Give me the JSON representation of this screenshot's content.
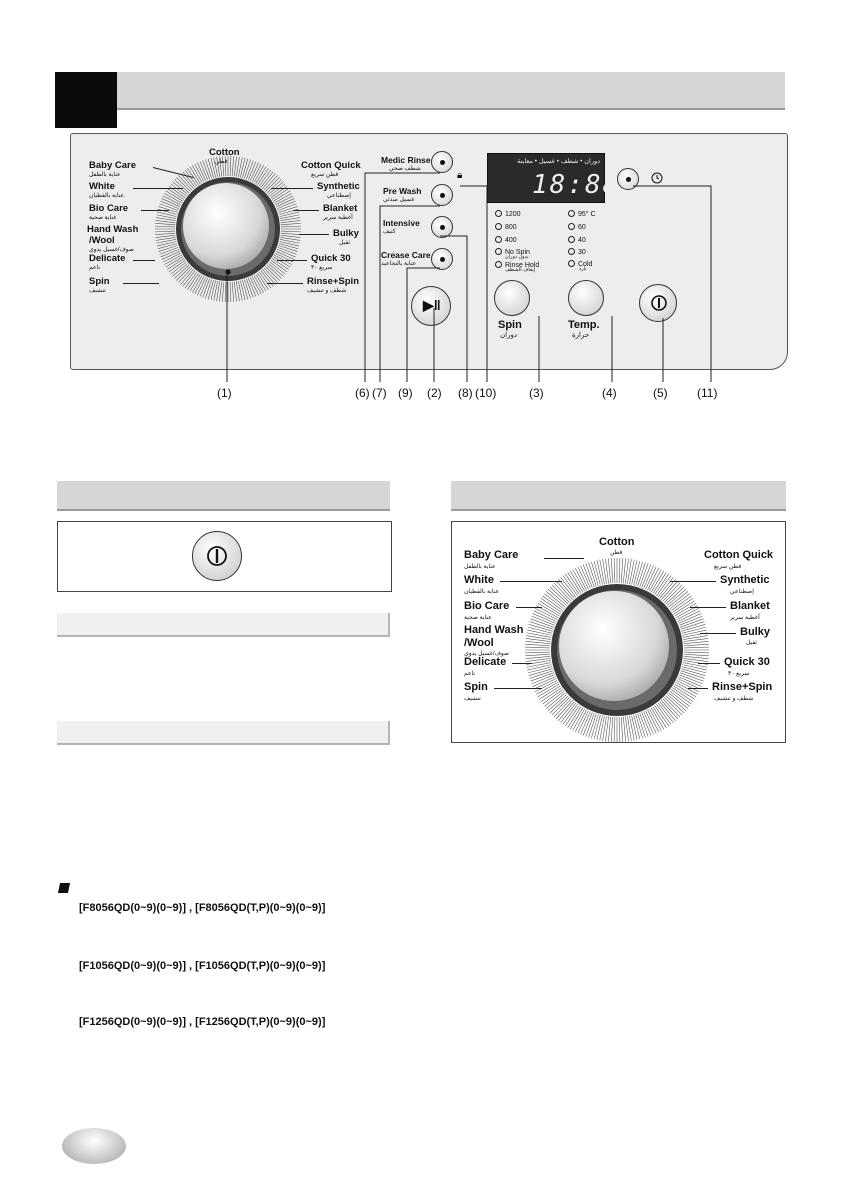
{
  "panel": {
    "programs_left": [
      {
        "name": "Baby Care",
        "sub": "عناية بالطفل"
      },
      {
        "name": "White",
        "sub": "عناية بالقطيان"
      },
      {
        "name": "Bio Care",
        "sub": "عناية صحية"
      },
      {
        "name": "Hand Wash",
        "name2": "/Wool",
        "sub": "صوف/غسيل يدوي"
      },
      {
        "name": "Delicate",
        "sub": "ناعم"
      },
      {
        "name": "Spin",
        "sub": "تنشيف"
      }
    ],
    "program_top": {
      "name": "Cotton",
      "sub": "قطن"
    },
    "programs_right": [
      {
        "name": "Cotton Quick",
        "sub": "قطن سريع"
      },
      {
        "name": "Synthetic",
        "sub": "إصطناعي"
      },
      {
        "name": "Blanket",
        "sub": "أغطية سرير"
      },
      {
        "name": "Bulky",
        "sub": "ثقيل"
      },
      {
        "name": "Quick 30",
        "sub": "سريع ٣٠"
      },
      {
        "name": "Rinse+Spin",
        "sub": "شطف و تنشيف"
      }
    ],
    "options": [
      {
        "name": "Medic Rinse",
        "sub": "شطف صحي"
      },
      {
        "name": "Pre Wash",
        "sub": "غسيل مبدئي"
      },
      {
        "name": "Intensive",
        "sub": "كثيف"
      },
      {
        "name": "Crease Care",
        "sub": "عناية بالتجاعيد"
      }
    ],
    "display_header": "دوران • شطف • غسيل • معاينة",
    "display_digits": "18:88",
    "spin_options": [
      "1200",
      "800",
      "400",
      "No Spin",
      "Rinse Hold"
    ],
    "spin_options_sub": [
      "بدون دوران",
      "إيقاف الشطف"
    ],
    "temp_options": [
      "95° C",
      "60",
      "40",
      "30",
      "Cold"
    ],
    "temp_cold_sub": "بارد",
    "spin_button": {
      "label": "Spin",
      "sub": "دوران"
    },
    "temp_button": {
      "label": "Temp.",
      "sub": "حرارة"
    },
    "callouts": [
      "(1)",
      "(6)",
      "(7)",
      "(9)",
      "(2)",
      "(8)",
      "(10)",
      "(3)",
      "(4)",
      "(5)",
      "(11)"
    ]
  },
  "models": [
    "[F8056QD(0~9)(0~9)] , [F8056QD(T,P)(0~9)(0~9)]",
    "[F1056QD(0~9)(0~9)] , [F1056QD(T,P)(0~9)(0~9)]",
    "[F1256QD(0~9)(0~9)] , [F1256QD(T,P)(0~9)(0~9)]"
  ],
  "colors": {
    "header_gray": "#d6d6d6",
    "panel_bg": "#ededed",
    "black_tab": "#0b0b0b"
  }
}
